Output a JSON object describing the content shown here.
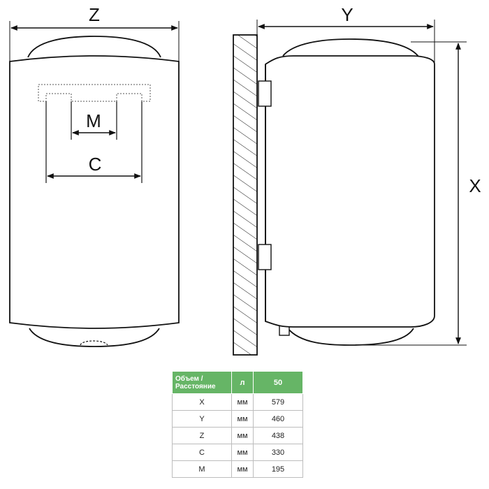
{
  "labels": {
    "z": "Z",
    "y": "Y",
    "x": "X",
    "m": "M",
    "c": "C"
  },
  "table": {
    "header": {
      "label": "Объем / Расстояние",
      "unit": "л",
      "value": "50"
    },
    "rows": [
      {
        "label": "X",
        "unit": "мм",
        "value": "579"
      },
      {
        "label": "Y",
        "unit": "мм",
        "value": "460"
      },
      {
        "label": "Z",
        "unit": "мм",
        "value": "438"
      },
      {
        "label": "C",
        "unit": "мм",
        "value": "330"
      },
      {
        "label": "M",
        "unit": "мм",
        "value": "195"
      }
    ]
  },
  "colors": {
    "header_bg": "#66b566",
    "line": "#111111"
  }
}
